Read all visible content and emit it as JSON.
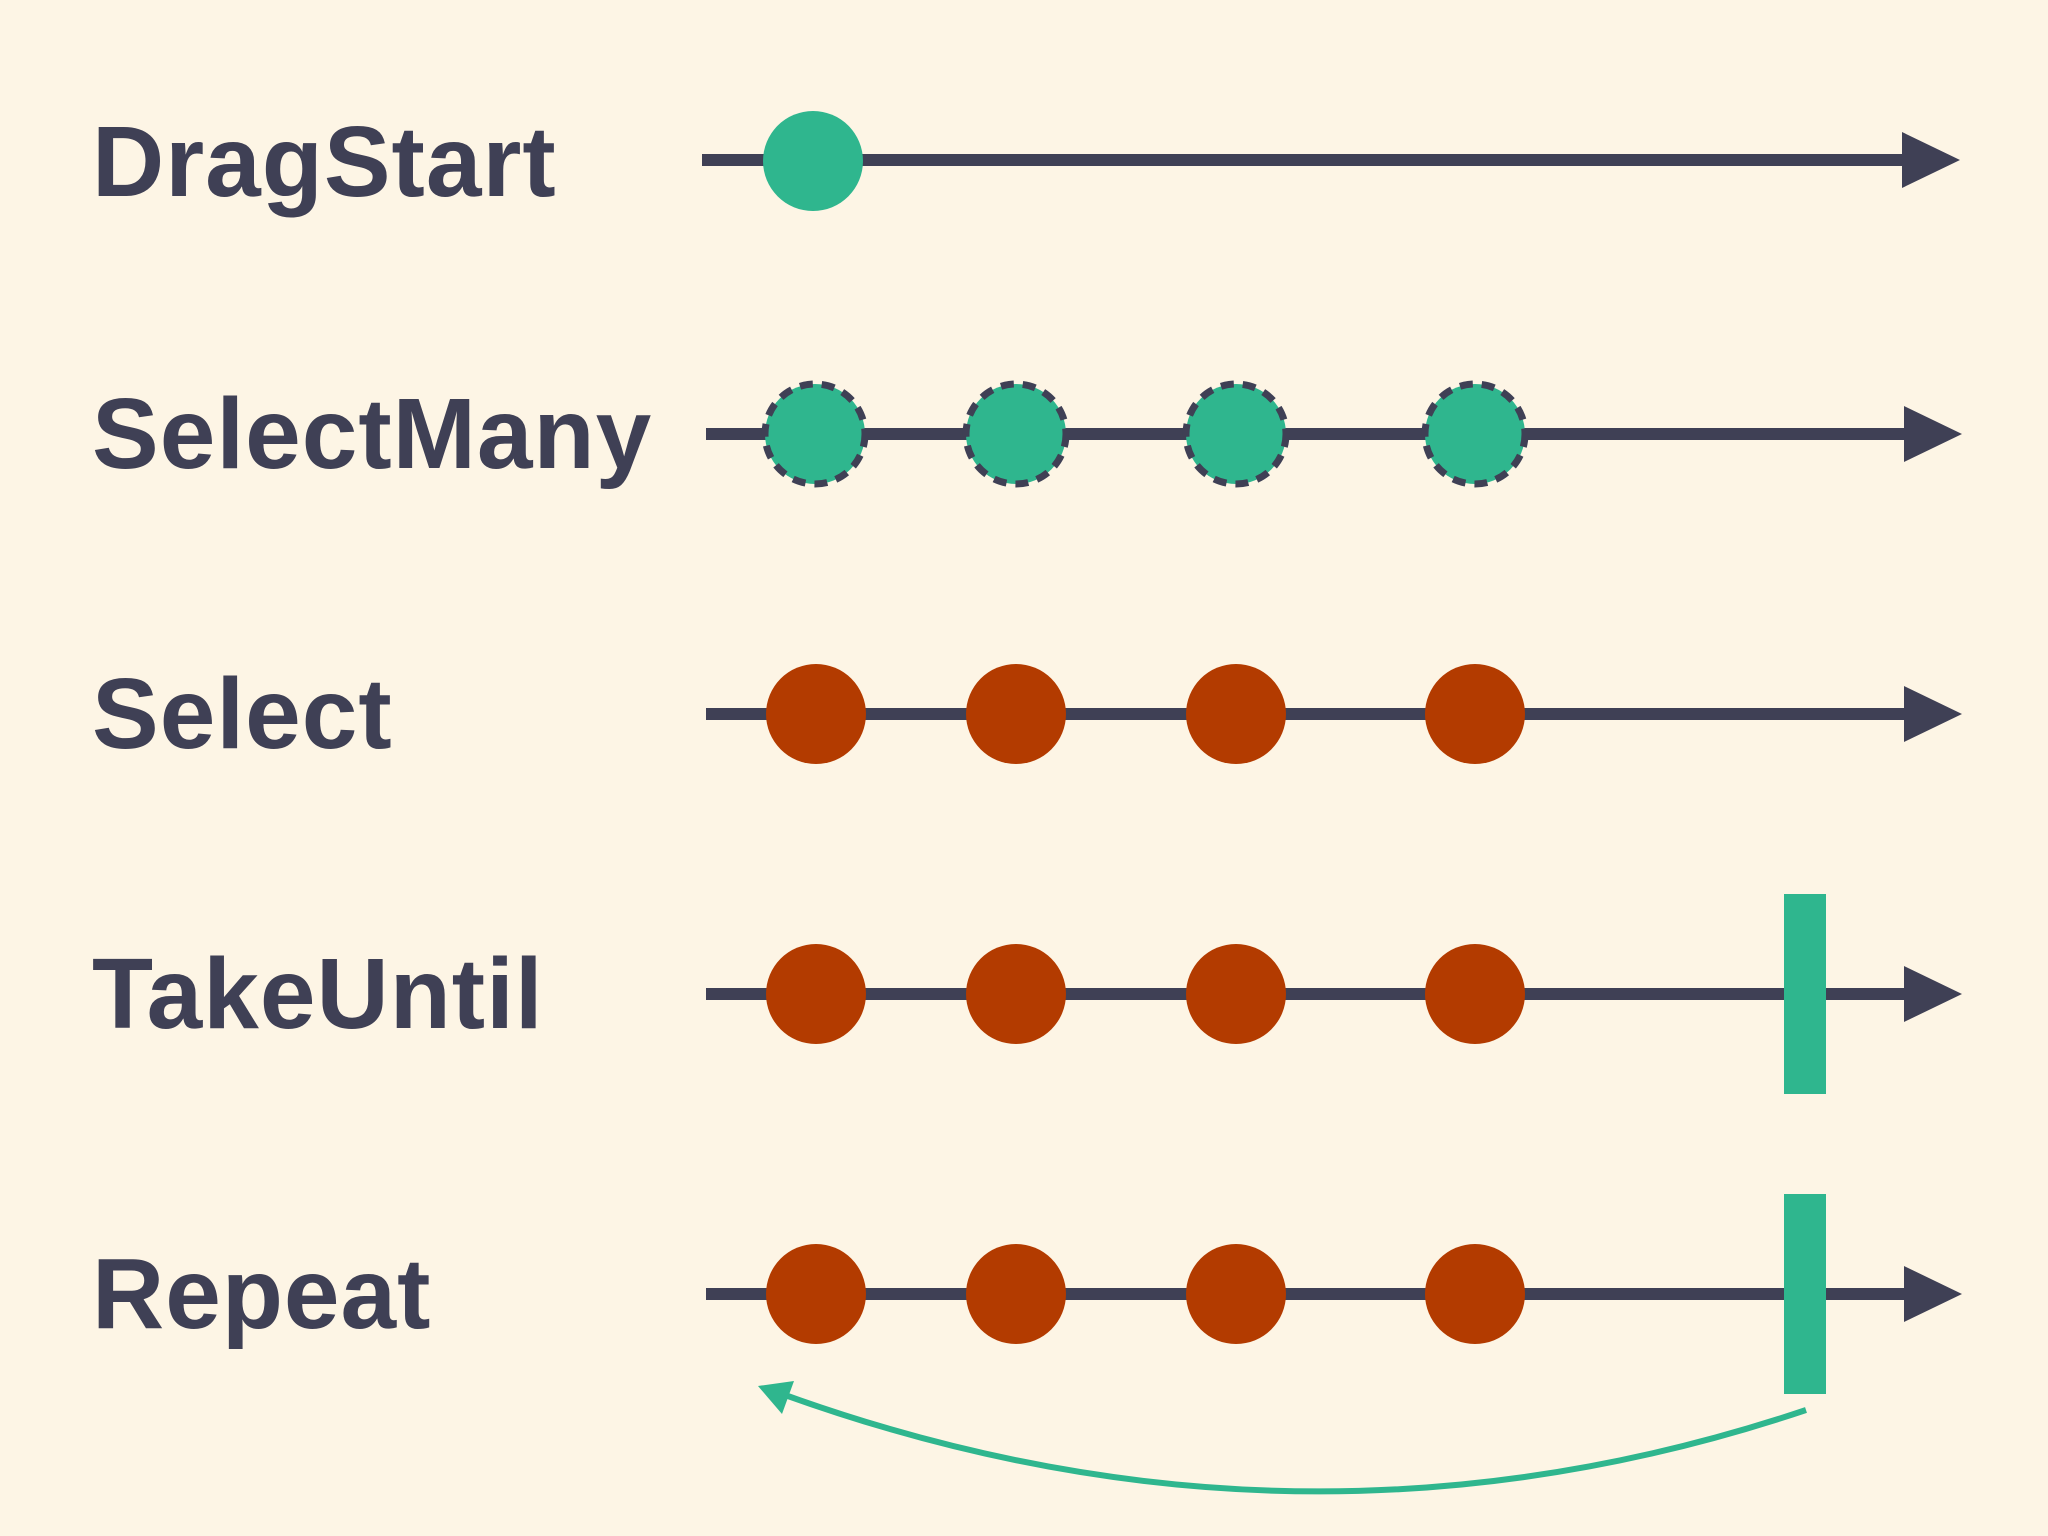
{
  "colors": {
    "background": "#fdf5e5",
    "ink": "#3f4055",
    "teal": "#2fb68e",
    "rust": "#b33b00"
  },
  "rows": [
    {
      "label": "DragStart",
      "marbles": 1,
      "marble_style": "teal-solid",
      "terminator": false,
      "repeat_arrow": false
    },
    {
      "label": "SelectMany",
      "marbles": 4,
      "marble_style": "teal-dashed",
      "terminator": false,
      "repeat_arrow": false
    },
    {
      "label": "Select",
      "marbles": 4,
      "marble_style": "rust-solid",
      "terminator": false,
      "repeat_arrow": false
    },
    {
      "label": "TakeUntil",
      "marbles": 4,
      "marble_style": "rust-solid",
      "terminator": true,
      "repeat_arrow": false
    },
    {
      "label": "Repeat",
      "marbles": 4,
      "marble_style": "rust-solid",
      "terminator": true,
      "repeat_arrow": true
    }
  ]
}
